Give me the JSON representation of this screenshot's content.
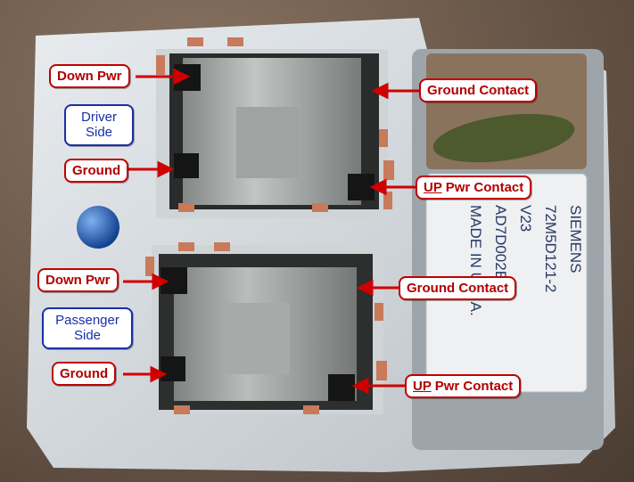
{
  "labels": {
    "down_pwr_top": "Down Pwr",
    "ground_contact_top": "Ground Contact",
    "driver_side_line1": "Driver",
    "driver_side_line2": "Side",
    "ground_top": "Ground",
    "up_pwr_top_u": "UP",
    "up_pwr_top_rest": " Pwr Contact",
    "down_pwr_bottom": "Down Pwr",
    "ground_contact_bottom": "Ground Contact",
    "passenger_side_line1": "Passenger",
    "passenger_side_line2": "Side",
    "ground_bottom": "Ground",
    "up_pwr_bottom_u": "UP",
    "up_pwr_bottom_rest": " Pwr Contact"
  },
  "relay_text": [
    "SIEMENS",
    "72M5D121-2",
    "V23",
    "AD7D002E",
    "MADE IN U.S.A."
  ],
  "colors": {
    "label_red": "#c00000",
    "label_blue": "#1a2ea8",
    "arrow_red": "#d00000"
  }
}
